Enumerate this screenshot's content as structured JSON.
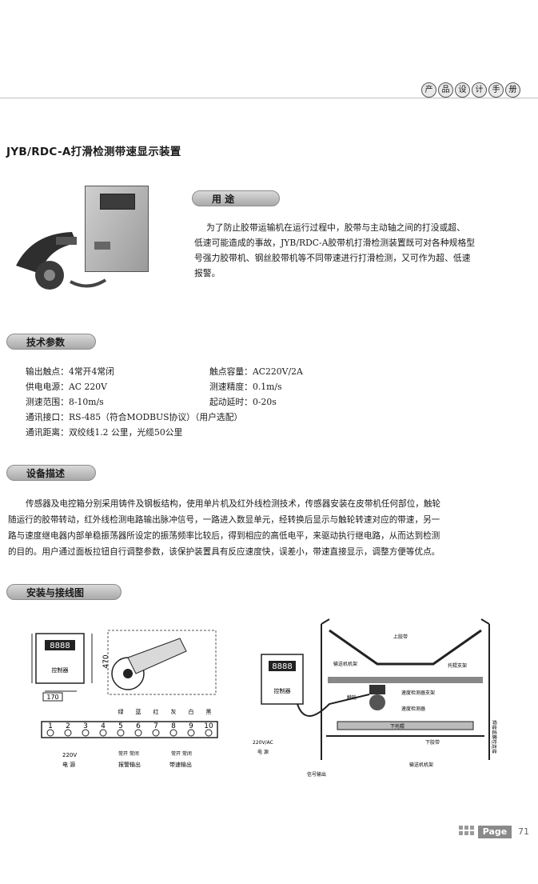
{
  "header": {
    "badges": [
      "产",
      "品",
      "设",
      "计",
      "手",
      "册"
    ]
  },
  "title": "JYB/RDC-A打滑检测带速显示装置",
  "usage": {
    "heading": "用    途",
    "lines": [
      "为了防止胶带运输机在运行过程中，胶带与主动轴之间的打没或超、",
      "低速可能造成的事故，JYB/RDC-A胶带机打滑检测装置既可对各种规格型",
      "号强力胶带机、钢丝胶带机等不同带速进行打滑检测，又可作为超、低速",
      "报警。"
    ]
  },
  "specs": {
    "heading": "技术参数",
    "left": [
      "输出触点：4常开4常闭",
      "供电电源：AC 220V",
      "测速范围：8-10m/s",
      "通讯接口：RS-485（符合MODBUS协议）（用户选配）",
      "通讯距离：双绞线1.2 公里，光缆50公里"
    ],
    "right": [
      "触点容量：AC220V/2A",
      "测速精度：0.1m/s",
      "起动延时：0-20s"
    ]
  },
  "description": {
    "heading": "设备描述",
    "lines": [
      "传感器及电控箱分别采用铸件及钢板结构，使用单片机及红外线检测技术，传感器安装在皮带机任何部位，触轮",
      "随运行的胶带转动，红外线检测电路输出脉冲信号，一路进入数显单元，经转换后显示与触轮转速对应的带速，另一",
      "路与速度继电器内部单稳振荡器所设定的振荡频率比较后，得到相应的高低电平，来驱动执行继电路，从而达到检测",
      "的目的。用户通过面板拉钮自行调整参数，该保护装置具有反应速度快，误差小，带速直接显示，调整方便等优点。"
    ]
  },
  "install": {
    "heading": "安装与接线图",
    "left_diagram": {
      "display": "8888",
      "controller": "控制器",
      "dim_height": "470",
      "dim_width": "170",
      "terminals": [
        "1",
        "2",
        "3",
        "4",
        "5",
        "6",
        "7",
        "8",
        "9",
        "10"
      ],
      "wire_colors": [
        "绿",
        "蓝",
        "红",
        "灰",
        "白",
        "黑"
      ],
      "power": "220V",
      "power_label": "电 源",
      "alarm_label": "常开 常闭",
      "out1": "报警输出",
      "out2": "带速输出"
    },
    "right_diagram": {
      "display": "8888",
      "controller": "控制器",
      "labels": {
        "upper_belt": "上胶带",
        "idler_frame": "输送机机架",
        "idler_support": "托辊支架",
        "detector": "速度检测器支架",
        "sensor": "速度检测器",
        "wheel": "触轮",
        "lower_belt": "下胶带",
        "lower_idler": "下托辊",
        "frame_bottom": "输送机机架",
        "power": "220V/AC",
        "power_label": "电 源",
        "signal": "信号输出",
        "side": "焊接或螺栓连接"
      }
    }
  },
  "footer": {
    "page_label": "Page",
    "page_number": "71"
  }
}
